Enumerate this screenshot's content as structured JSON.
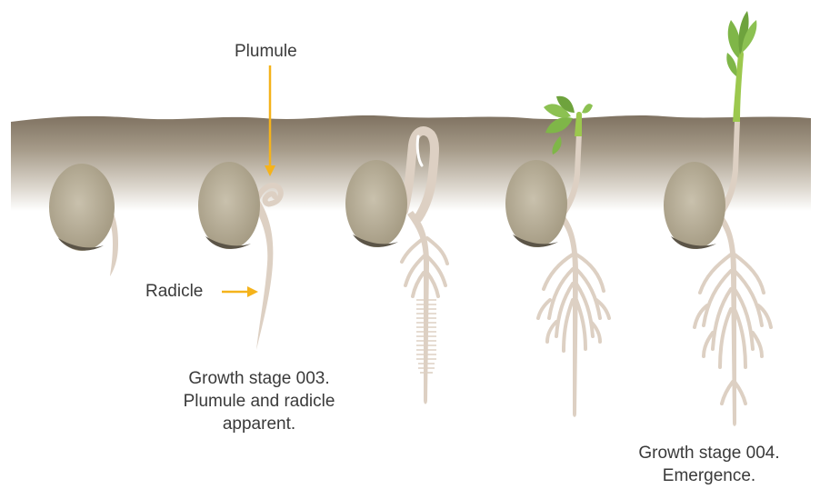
{
  "labels": {
    "plumule": "Plumule",
    "radicle": "Radicle"
  },
  "captions": {
    "stage003": {
      "line1": "Growth stage 003.",
      "line2": "Plumule and radicle",
      "line3": "apparent."
    },
    "stage004": {
      "line1": "Growth stage 004.",
      "line2": "Emergence."
    }
  },
  "colors": {
    "soil_top": "#8a7d6b",
    "seed": "#b5ac97",
    "seed_shadow": "#5b5447",
    "root": "#ddd0c3",
    "leaf": "#7fb648",
    "stem_green": "#9cc84e",
    "arrow": "#f5b31b"
  }
}
